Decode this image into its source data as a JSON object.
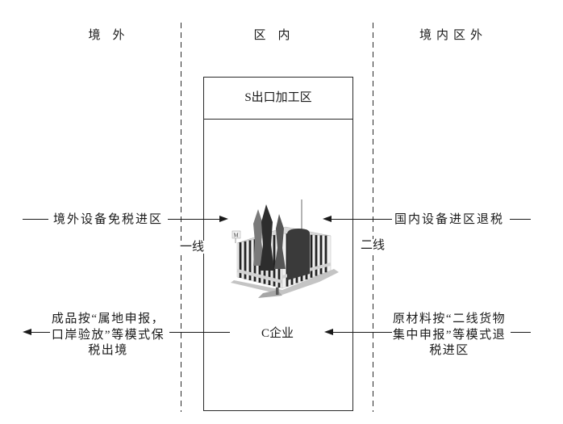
{
  "diagram": {
    "zones": {
      "left_label": "境　外",
      "center_label": "区　内",
      "right_label": "境内区外"
    },
    "zone_box": {
      "title": "S出口加工区",
      "enterprise": "C企业"
    },
    "gates": {
      "first_line": "一线",
      "second_line": "二线"
    },
    "flows": {
      "mid_left": "境外设备免税进区",
      "mid_right": "国内设备进区退税",
      "bottom_left_lines": [
        "成品按“属地申报，",
        "口岸验放”等模式保",
        "税出境"
      ],
      "bottom_right_lines": [
        "原材料按“二线货物",
        "集中申报”等模式退",
        "税进区"
      ]
    },
    "icons": {
      "building": "office-building-illustration",
      "building_sign": "M"
    },
    "colors": {
      "line": "#1a1a1a",
      "text": "#1a1a1a",
      "background": "#ffffff"
    }
  }
}
